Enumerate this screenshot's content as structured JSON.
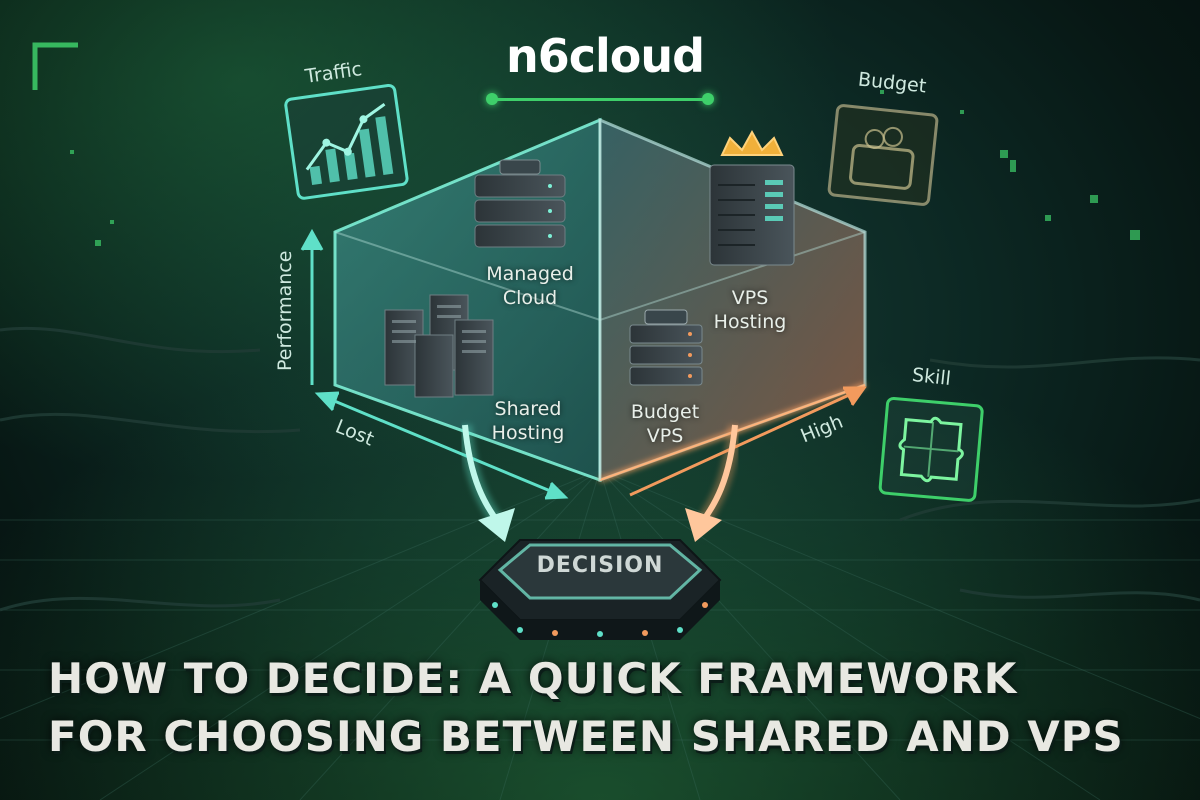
{
  "logo": {
    "text": "n6cloud"
  },
  "axes": {
    "vertical_label": "Performance",
    "left_label": "Lost",
    "right_label": "High"
  },
  "quadrants": {
    "managed_cloud": "Managed\nCloud",
    "vps_hosting": "VPS\nHosting",
    "shared_hosting": "Shared\nHosting",
    "budget_vps": "Budget\nVPS"
  },
  "panels": {
    "traffic": "Traffic",
    "budget": "Budget",
    "skill": "Skill"
  },
  "decision": {
    "label": "DECISION"
  },
  "headline": {
    "line1": "HOW TO DECIDE: A QUICK FRAMEWORK",
    "line2": "FOR CHOOSING BETWEEN SHARED AND VPS"
  },
  "colors": {
    "accent_green": "#3ecf6a",
    "teal_glow": "#5fe0c8",
    "orange_glow": "#f0955a",
    "headline_text": "#e8e8e2"
  }
}
